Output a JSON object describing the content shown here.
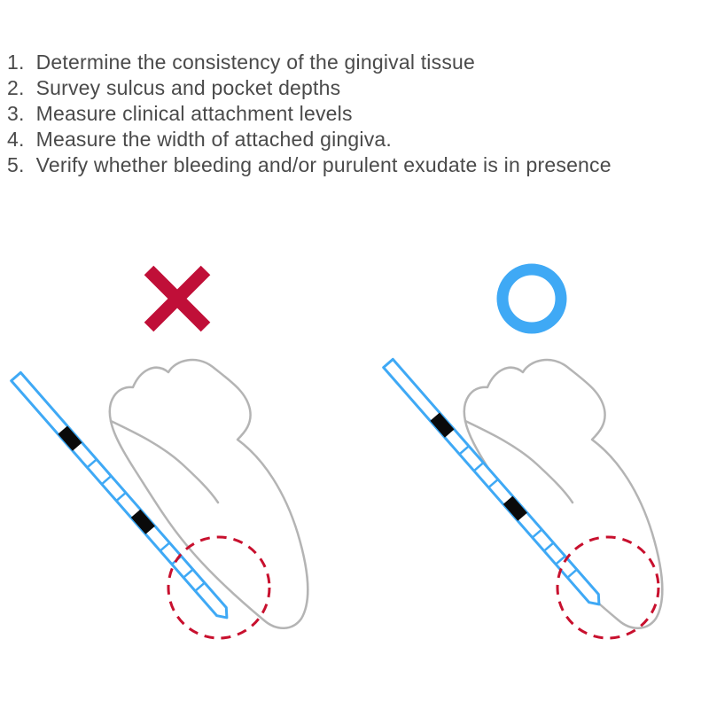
{
  "instructions": {
    "items": [
      {
        "num": "1.",
        "text": "Determine the consistency of the gingival tissue"
      },
      {
        "num": "2.",
        "text": "Survey sulcus and pocket depths"
      },
      {
        "num": "3.",
        "text": "Measure clinical attachment levels"
      },
      {
        "num": "4.",
        "text": "Measure the width of attached gingiva."
      },
      {
        "num": "5.",
        "text": "Verify whether bleeding and/or purulent exudate is in presence"
      }
    ]
  },
  "panels": {
    "left": {
      "meaning": "incorrect probing technique",
      "mark": "X"
    },
    "right": {
      "meaning": "correct probing technique",
      "mark": "O"
    }
  },
  "colors": {
    "text": "#4a4a4a",
    "tooth_outline": "#b4b4b4",
    "probe_blue": "#3fa9f5",
    "mark_red": "#c00f38",
    "dashed_red": "#c8102e",
    "background": "#ffffff"
  }
}
